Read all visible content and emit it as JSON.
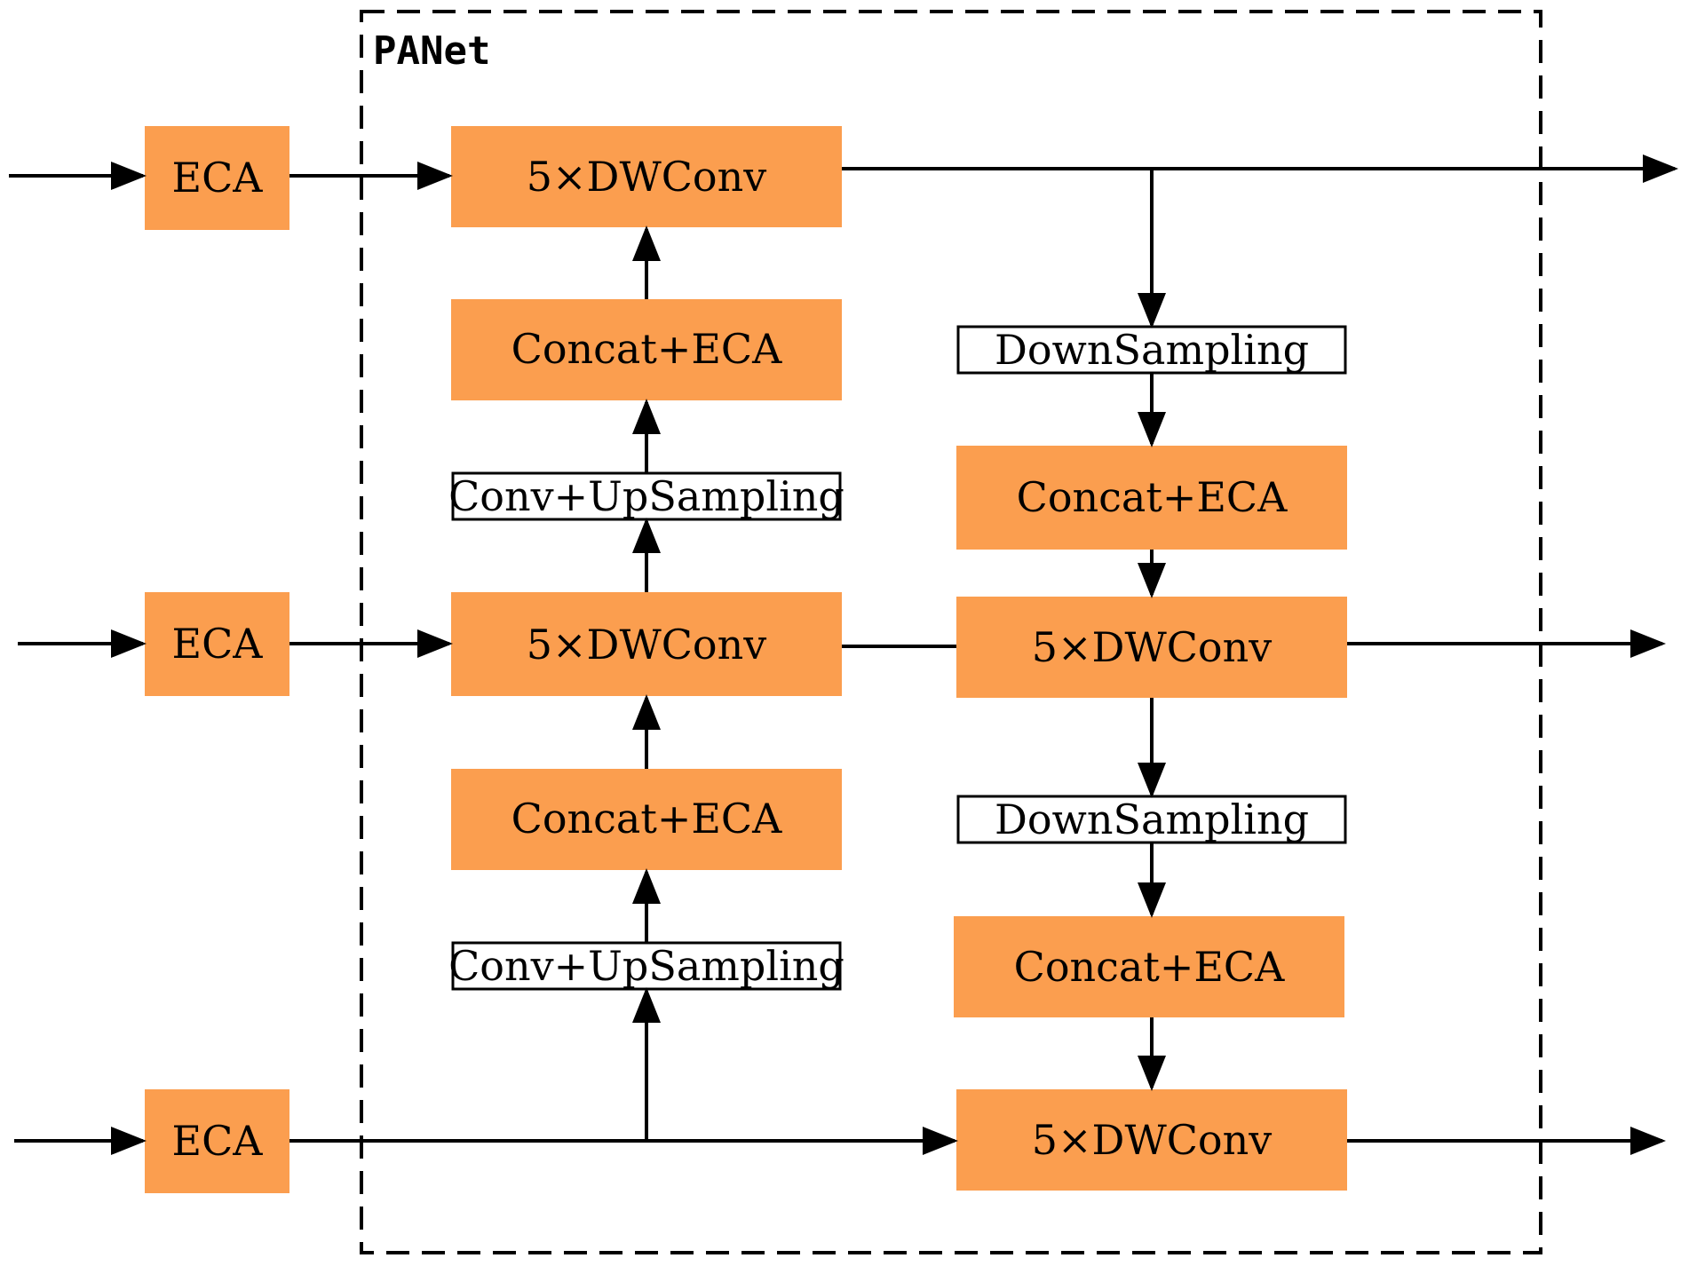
{
  "container": {
    "label": "PANet"
  },
  "colors": {
    "block_fill": "#FB9E4F",
    "line": "#000000",
    "white_box_fill": "#FFFFFF"
  },
  "labels": {
    "eca": "ECA",
    "dwconv": "5×DWConv",
    "concat_eca": "Concat+ECA",
    "conv_upsampling": "Conv+UpSampling",
    "downsampling": "DownSampling"
  }
}
